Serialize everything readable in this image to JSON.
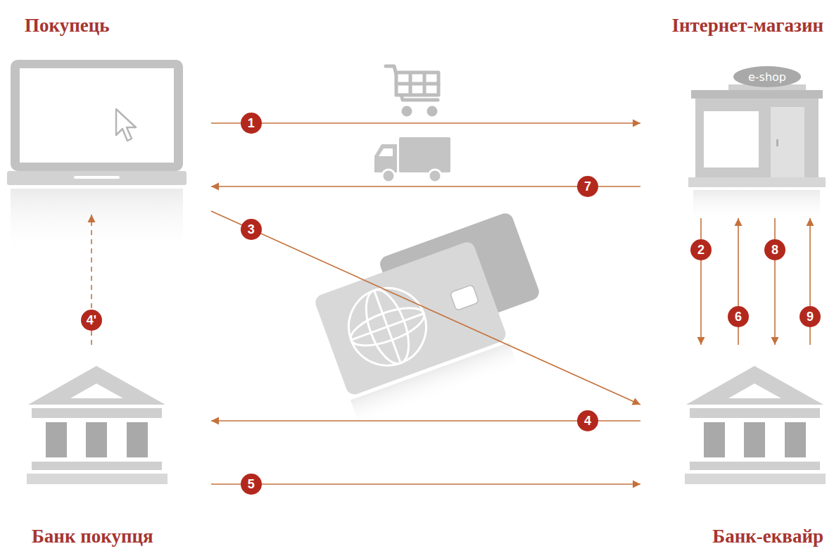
{
  "diagram": {
    "nodes": [
      {
        "text": [
          "Покупець"
        ]
      },
      {
        "text": [
          "Інтернет-магазин",
          "e-shop"
        ]
      },
      {
        "text": [
          "Банк покупця"
        ]
      },
      {
        "text": [
          "Банк-еквайр"
        ]
      }
    ],
    "edges": [
      {
        "from": 0,
        "to": 1,
        "label": "1",
        "arrow": "to"
      },
      {
        "from": 1,
        "to": 3,
        "label": "2",
        "arrow": "to"
      },
      {
        "from": 0,
        "to": 3,
        "label": "3",
        "arrow": "to"
      },
      {
        "from": 3,
        "to": 2,
        "label": "4",
        "arrow": "to"
      },
      {
        "from": 2,
        "to": 0,
        "label": "4'",
        "arrow": "to"
      },
      {
        "from": 2,
        "to": 3,
        "label": "5",
        "arrow": "to"
      },
      {
        "from": 3,
        "to": 1,
        "label": "6",
        "arrow": "to"
      },
      {
        "from": 1,
        "to": 0,
        "label": "7",
        "arrow": "to"
      },
      {
        "from": 1,
        "to": 3,
        "label": "8",
        "arrow": "to"
      },
      {
        "from": 3,
        "to": 1,
        "label": "9",
        "arrow": "to"
      }
    ]
  }
}
